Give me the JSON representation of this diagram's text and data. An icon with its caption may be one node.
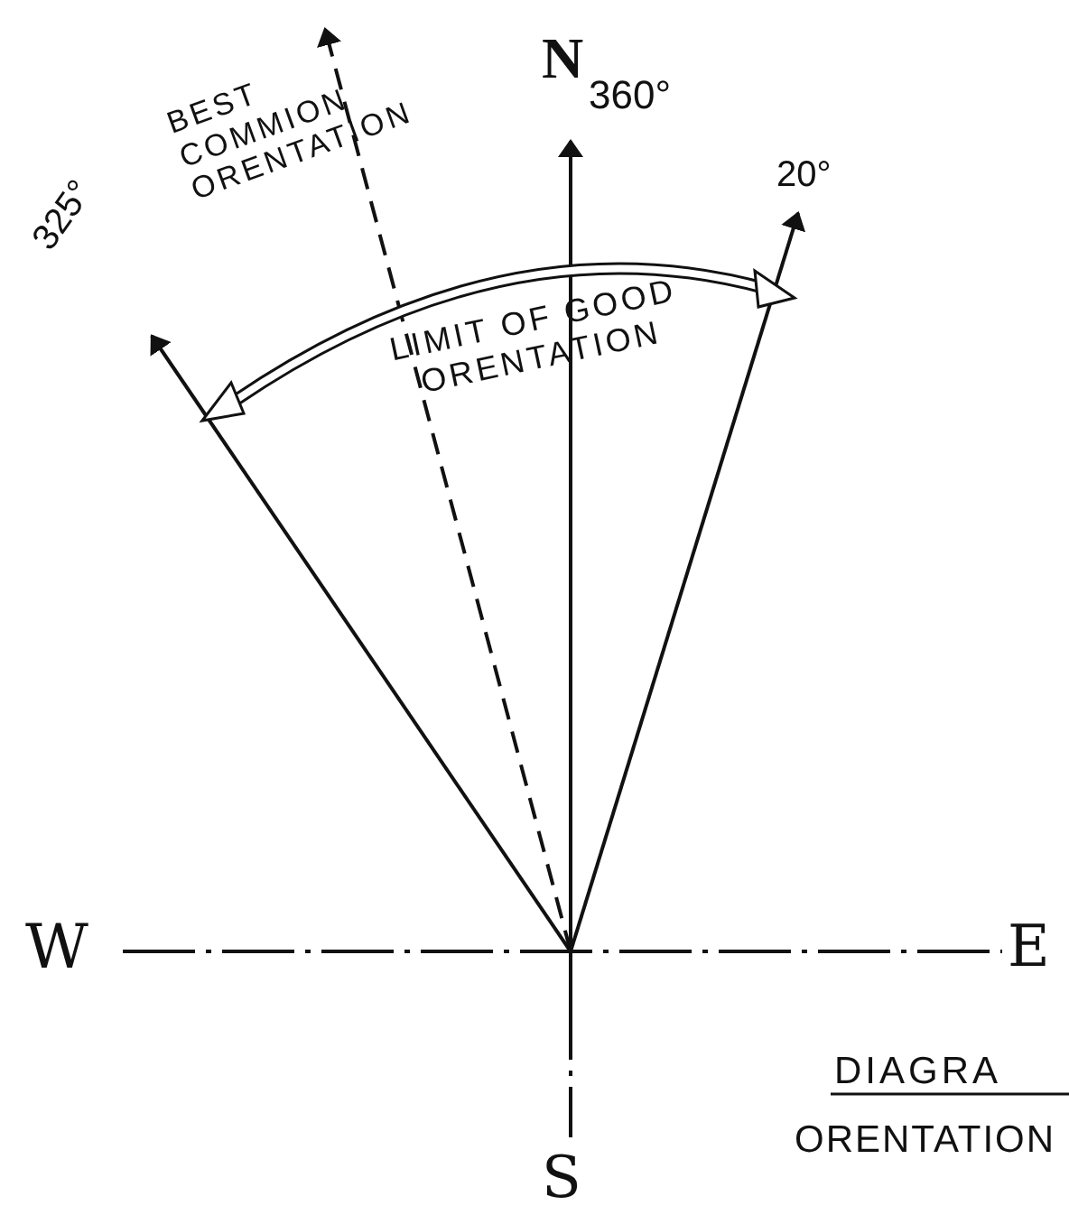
{
  "diagram": {
    "labels": [
      "N",
      "360°",
      "20°",
      "325°",
      "BEST COMMION ORENTATION",
      "LIMIT OF GOOD ORENTATION",
      "W",
      "E",
      "S",
      "DIAGRA",
      "ORENTATION"
    ]
  }
}
